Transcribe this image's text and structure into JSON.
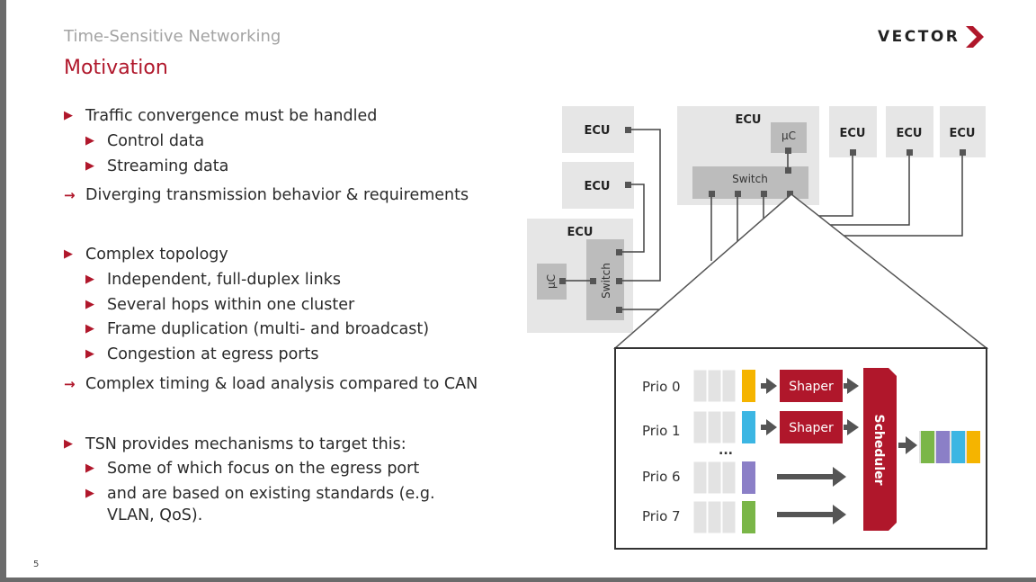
{
  "header": {
    "title": "Time-Sensitive Networking",
    "section": "Motivation"
  },
  "logo": {
    "text": "VECTOR",
    "accent": "#b0172b"
  },
  "bullets": [
    {
      "marker": "arrow",
      "text": "Traffic convergence must be handled"
    },
    {
      "marker": "arrow",
      "text": "Control data"
    },
    {
      "marker": "arrow",
      "text": "Streaming data"
    },
    {
      "marker": "implies",
      "text": "Diverging transmission behavior & requirements"
    },
    {
      "marker": "arrow",
      "text": "Complex topology"
    },
    {
      "marker": "arrow",
      "text": "Independent, full-duplex links"
    },
    {
      "marker": "arrow",
      "text": "Several hops within one cluster"
    },
    {
      "marker": "arrow",
      "text": "Frame duplication (multi- and broadcast)"
    },
    {
      "marker": "arrow",
      "text": "Congestion at egress ports"
    },
    {
      "marker": "implies",
      "text": "Complex timing & load analysis compared to CAN"
    },
    {
      "marker": "arrow",
      "text": "TSN provides mechanisms to target this:"
    },
    {
      "marker": "arrow",
      "text": "Some of which focus on the egress port"
    },
    {
      "marker": "arrow",
      "text": "and are based on existing standards (e.g."
    },
    {
      "marker": "none",
      "text": "VLAN, QoS)."
    }
  ],
  "diagram": {
    "ecu_label": "ECU",
    "uc_label": "µC",
    "switch_label": "Switch",
    "prio_labels": [
      "Prio 0",
      "Prio 1",
      "Prio 6",
      "Prio 7"
    ],
    "ellipsis": "...",
    "shaper_label": "Shaper",
    "scheduler_label": "Scheduler",
    "queue_colors": [
      "#f5b400",
      "#3cb6e3",
      "#8b7fc7",
      "#7ab648"
    ]
  },
  "footer": {
    "page_number": "5"
  }
}
